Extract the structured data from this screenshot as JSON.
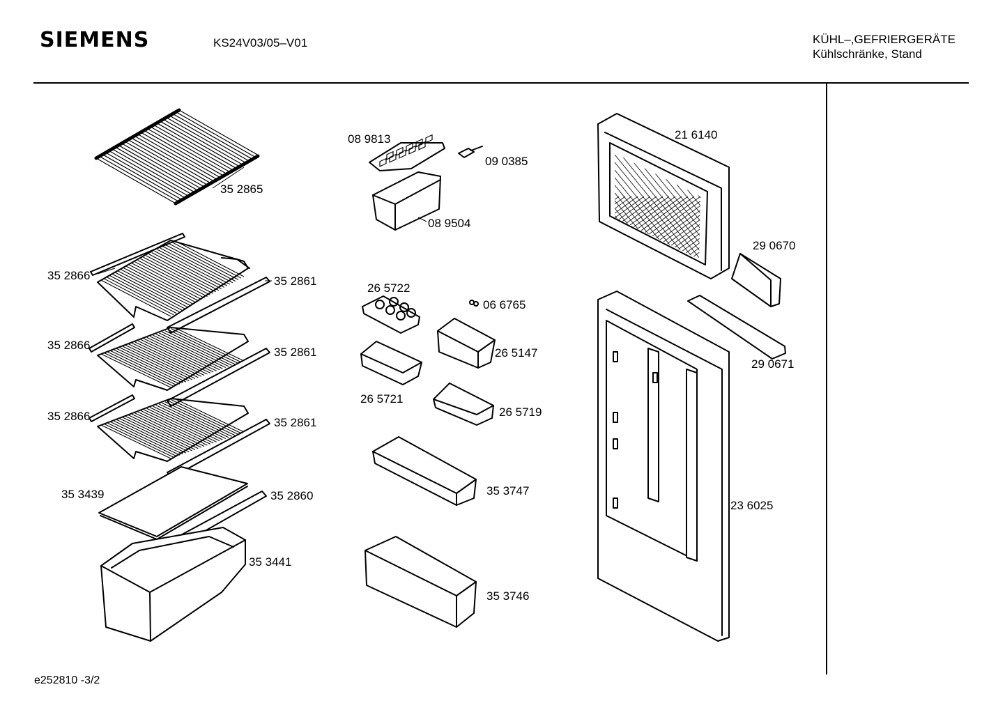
{
  "header": {
    "brand": "SIEMENS",
    "model": "KS24V03/05–V01",
    "category_line1": "KÜHL–,GEFRIERGERÄTE",
    "category_line2": "Kühlschränke, Stand"
  },
  "footer": {
    "code": "e252810   -3/2"
  },
  "parts": {
    "p352865": "35 2865",
    "p352866a": "35 2866",
    "p352861a": "35 2861",
    "p352866b": "35 2866",
    "p352861b": "35 2861",
    "p352866c": "35 2866",
    "p352861c": "35 2861",
    "p353439": "35 3439",
    "p352860": "35 2860",
    "p353441": "35 3441",
    "p089813": "08 9813",
    "p090385": "09 0385",
    "p089504": "08 9504",
    "p265722": "26 5722",
    "p066765": "06 6765",
    "p265147": "26 5147",
    "p265721": "26 5721",
    "p265719": "26 5719",
    "p353747": "35 3747",
    "p353746": "35 3746",
    "p216140": "21 6140",
    "p290670": "29 0670",
    "p290671": "29 0671",
    "p236025": "23 6025"
  }
}
